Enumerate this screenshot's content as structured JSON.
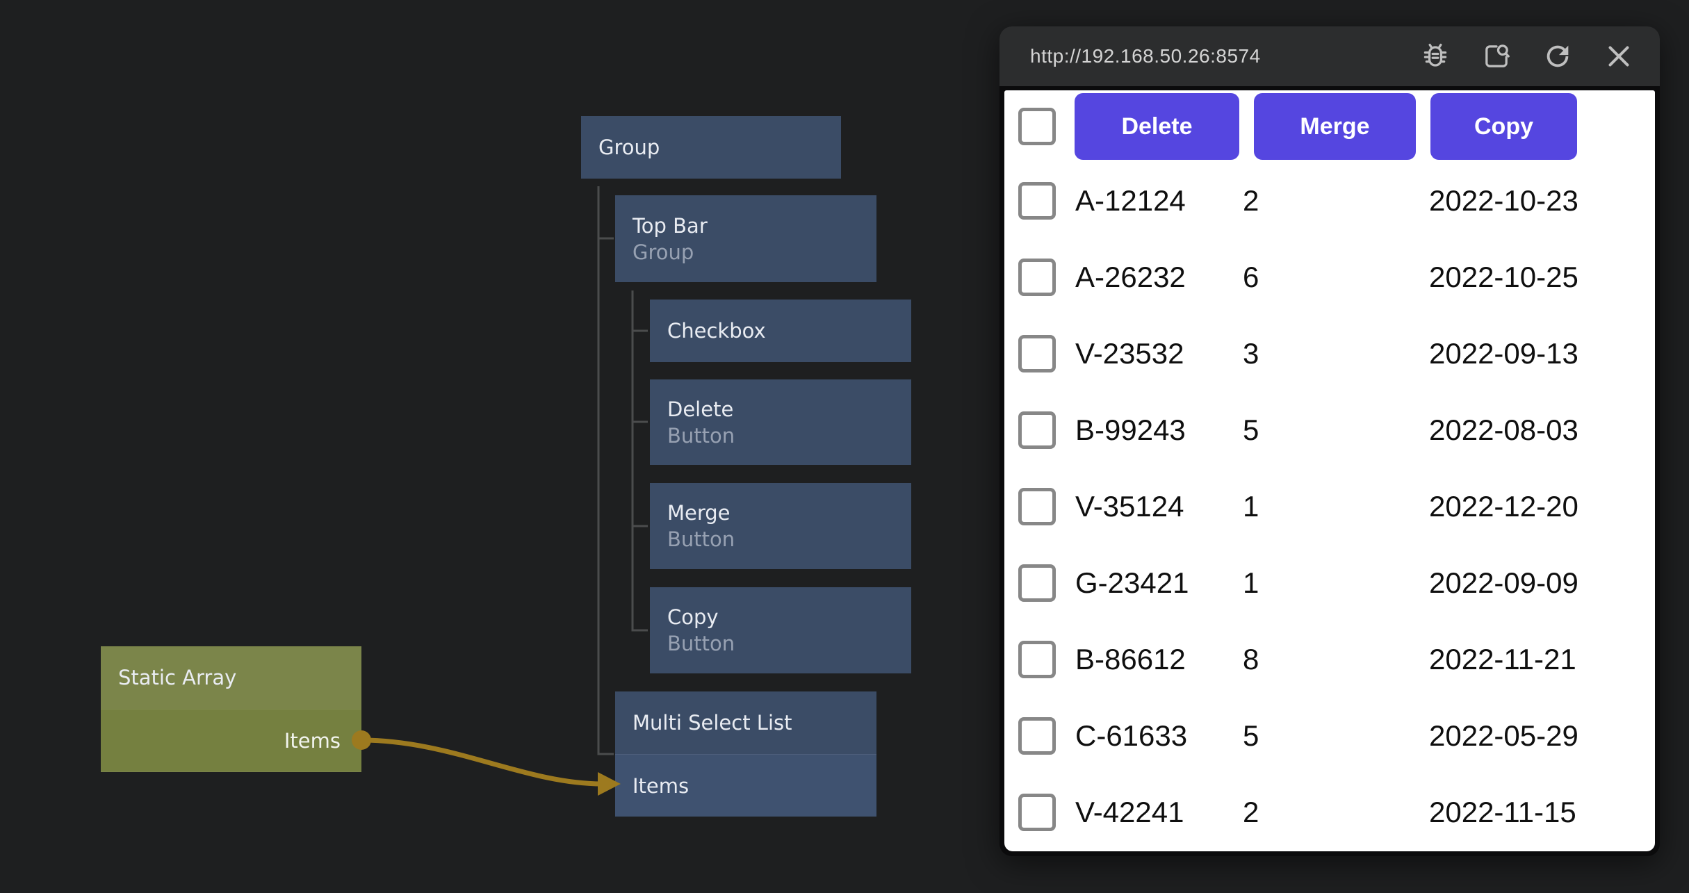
{
  "colors": {
    "canvas_bg": "#1e1f20",
    "node_blue": "#3b4c66",
    "node_blue_port_row": "#3f5270",
    "node_olive_header": "#7b854a",
    "node_olive_port_row": "#758040",
    "wire_gold": "#9d7a1f",
    "tree_line": "#4b4c4d",
    "button_purple": "#5546e0",
    "titlebar_bg": "#2c2d2e",
    "window_content_bg": "#ffffff"
  },
  "editor": {
    "nodes": {
      "group": {
        "title": "Group"
      },
      "top_bar": {
        "title": "Top Bar",
        "subtitle": "Group"
      },
      "checkbox": {
        "title": "Checkbox"
      },
      "delete": {
        "title": "Delete",
        "subtitle": "Button"
      },
      "merge": {
        "title": "Merge",
        "subtitle": "Button"
      },
      "copy": {
        "title": "Copy",
        "subtitle": "Button"
      },
      "multi_select_list": {
        "title": "Multi Select List",
        "input_port": "Items"
      },
      "static_array": {
        "title": "Static Array",
        "output_port": "Items"
      }
    },
    "connection": {
      "from": "Static Array / Items",
      "to": "Multi Select List / Items"
    }
  },
  "preview": {
    "url": "http://192.168.50.26:8574",
    "titlebar_icons": [
      "bug-icon",
      "inspect-icon",
      "refresh-icon",
      "close-icon"
    ],
    "toolbar": {
      "delete": "Delete",
      "merge": "Merge",
      "copy": "Copy"
    },
    "table": {
      "rows": [
        {
          "id": "A-12124",
          "qty": "2",
          "date": "2022-10-23"
        },
        {
          "id": "A-26232",
          "qty": "6",
          "date": "2022-10-25"
        },
        {
          "id": "V-23532",
          "qty": "3",
          "date": "2022-09-13"
        },
        {
          "id": "B-99243",
          "qty": "5",
          "date": "2022-08-03"
        },
        {
          "id": "V-35124",
          "qty": "1",
          "date": "2022-12-20"
        },
        {
          "id": "G-23421",
          "qty": "1",
          "date": "2022-09-09"
        },
        {
          "id": "B-86612",
          "qty": "8",
          "date": "2022-11-21"
        },
        {
          "id": "C-61633",
          "qty": "5",
          "date": "2022-05-29"
        },
        {
          "id": "V-42241",
          "qty": "2",
          "date": "2022-11-15"
        }
      ]
    }
  }
}
